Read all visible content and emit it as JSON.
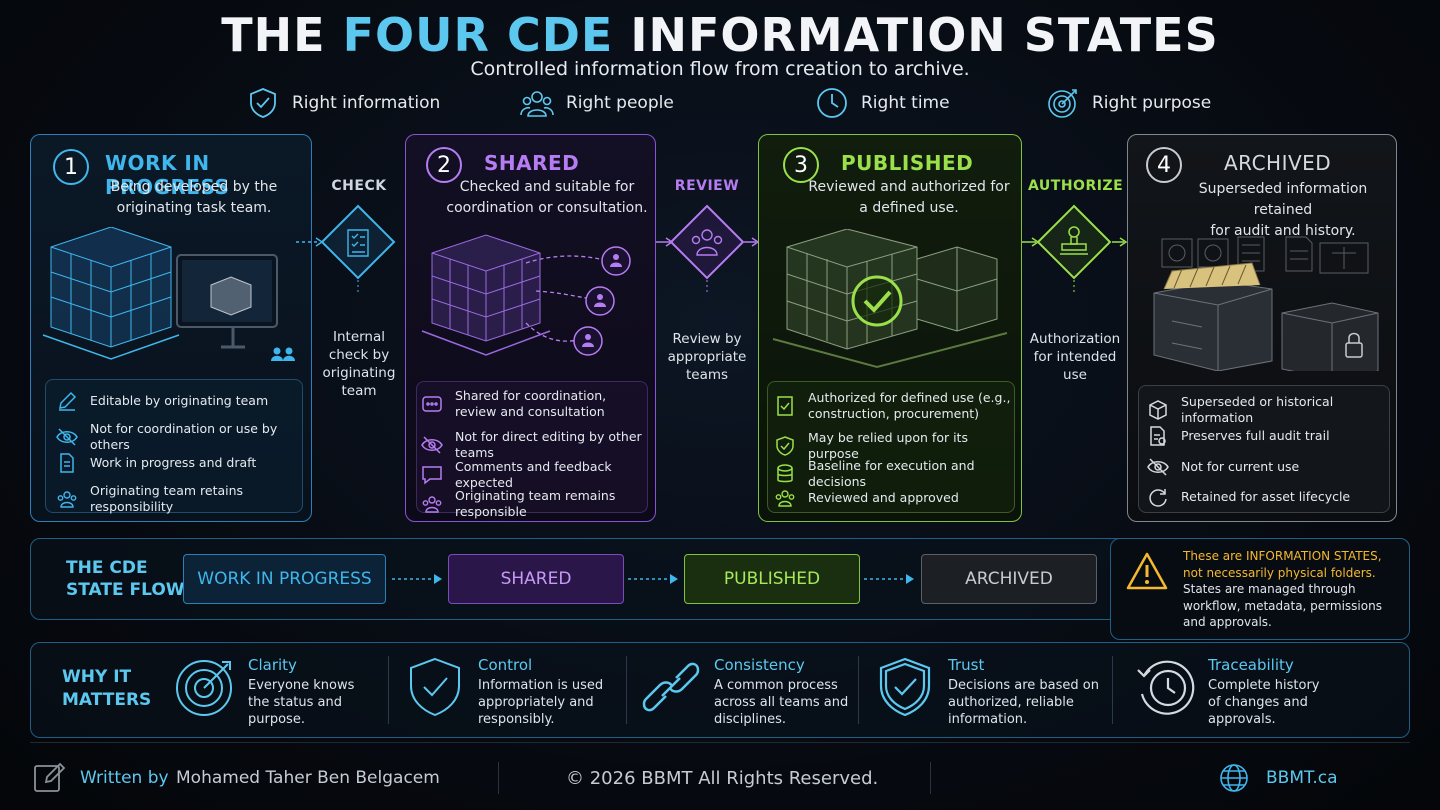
{
  "header": {
    "title_pre": "THE",
    "title_hl": "FOUR CDE",
    "title_post": "INFORMATION STATES",
    "subtitle": "Controlled information flow from creation to archive."
  },
  "pillars": [
    {
      "label": "Right information",
      "icon": "shield-check-icon"
    },
    {
      "label": "Right people",
      "icon": "people-icon"
    },
    {
      "label": "Right time",
      "icon": "clock-icon"
    },
    {
      "label": "Right purpose",
      "icon": "target-icon"
    }
  ],
  "states": [
    {
      "num": "1",
      "title": "WORK IN PROGRESS",
      "color": "#3fb6ec",
      "desc": [
        "Being developed by the",
        "originating task team."
      ],
      "items": [
        "Editable by originating team",
        "Not for coordination or use by others",
        "Work in progress and draft",
        "Originating team retains responsibility"
      ]
    },
    {
      "num": "2",
      "title": "SHARED",
      "color": "#b67cf2",
      "desc": [
        "Checked and suitable for",
        "coordination or consultation."
      ],
      "items": [
        "Shared for coordination, review and consultation",
        "Not for direct editing by other teams",
        "Comments and feedback expected",
        "Originating team remains responsible"
      ]
    },
    {
      "num": "3",
      "title": "PUBLISHED",
      "color": "#9be04a",
      "desc": [
        "Reviewed and authorized for",
        "a defined use."
      ],
      "items": [
        "Authorized for defined use (e.g., construction, procurement)",
        "May be relied upon for its purpose",
        "Baseline for execution and decisions",
        "Reviewed and approved"
      ]
    },
    {
      "num": "4",
      "title": "ARCHIVED",
      "color": "#d6dade",
      "desc": [
        "Superseded information retained",
        "for audit and history."
      ],
      "items": [
        "Superseded or historical information",
        "Preserves full audit trail",
        "Not for current use",
        "Retained for asset lifecycle"
      ]
    }
  ],
  "transitions": [
    {
      "label": "CHECK",
      "note": [
        "Internal",
        "check by",
        "originating",
        "team"
      ],
      "color": "#cfd6de"
    },
    {
      "label": "REVIEW",
      "note": [
        "Review by",
        "appropriate",
        "teams"
      ],
      "color": "#b67cf2"
    },
    {
      "label": "AUTHORIZE",
      "note": [
        "Authorization",
        "for intended",
        "use"
      ],
      "color": "#9be04a"
    }
  ],
  "state_flow": {
    "title": [
      "THE CDE",
      "STATE FLOW"
    ],
    "pills": [
      "WORK IN PROGRESS",
      "SHARED",
      "PUBLISHED",
      "ARCHIVED"
    ],
    "warning_hl": "These are INFORMATION STATES, not necessarily physical folders.",
    "warning": "States are managed through workflow, metadata, permissions and approvals."
  },
  "why": {
    "title": [
      "WHY IT",
      "MATTERS"
    ],
    "items": [
      {
        "title": "Clarity",
        "desc": [
          "Everyone knows",
          "the status and",
          "purpose."
        ],
        "icon": "target-icon"
      },
      {
        "title": "Control",
        "desc": [
          "Information is used",
          "appropriately and",
          "responsibly."
        ],
        "icon": "shield-check-icon"
      },
      {
        "title": "Consistency",
        "desc": [
          "A common process",
          "across all teams and",
          "disciplines."
        ],
        "icon": "chain-link-icon"
      },
      {
        "title": "Trust",
        "desc": [
          "Decisions are based on",
          "authorized, reliable",
          "information."
        ],
        "icon": "shield-check-icon"
      },
      {
        "title": "Traceability",
        "desc": [
          "Complete history",
          "of changes and",
          "approvals."
        ],
        "icon": "history-clock-icon"
      }
    ]
  },
  "footer": {
    "written_by": "Written by",
    "author": "Mohamed Taher Ben Belgacem",
    "copyright": "©  2026  BBMT All Rights Reserved.",
    "site": "BBMT.ca"
  },
  "colors": {
    "accent": "#5cc8f0",
    "wip": "#3fb6ec",
    "shared": "#b67cf2",
    "published": "#9be04a",
    "archived": "#d6dade",
    "warning": "#f5b82e"
  }
}
